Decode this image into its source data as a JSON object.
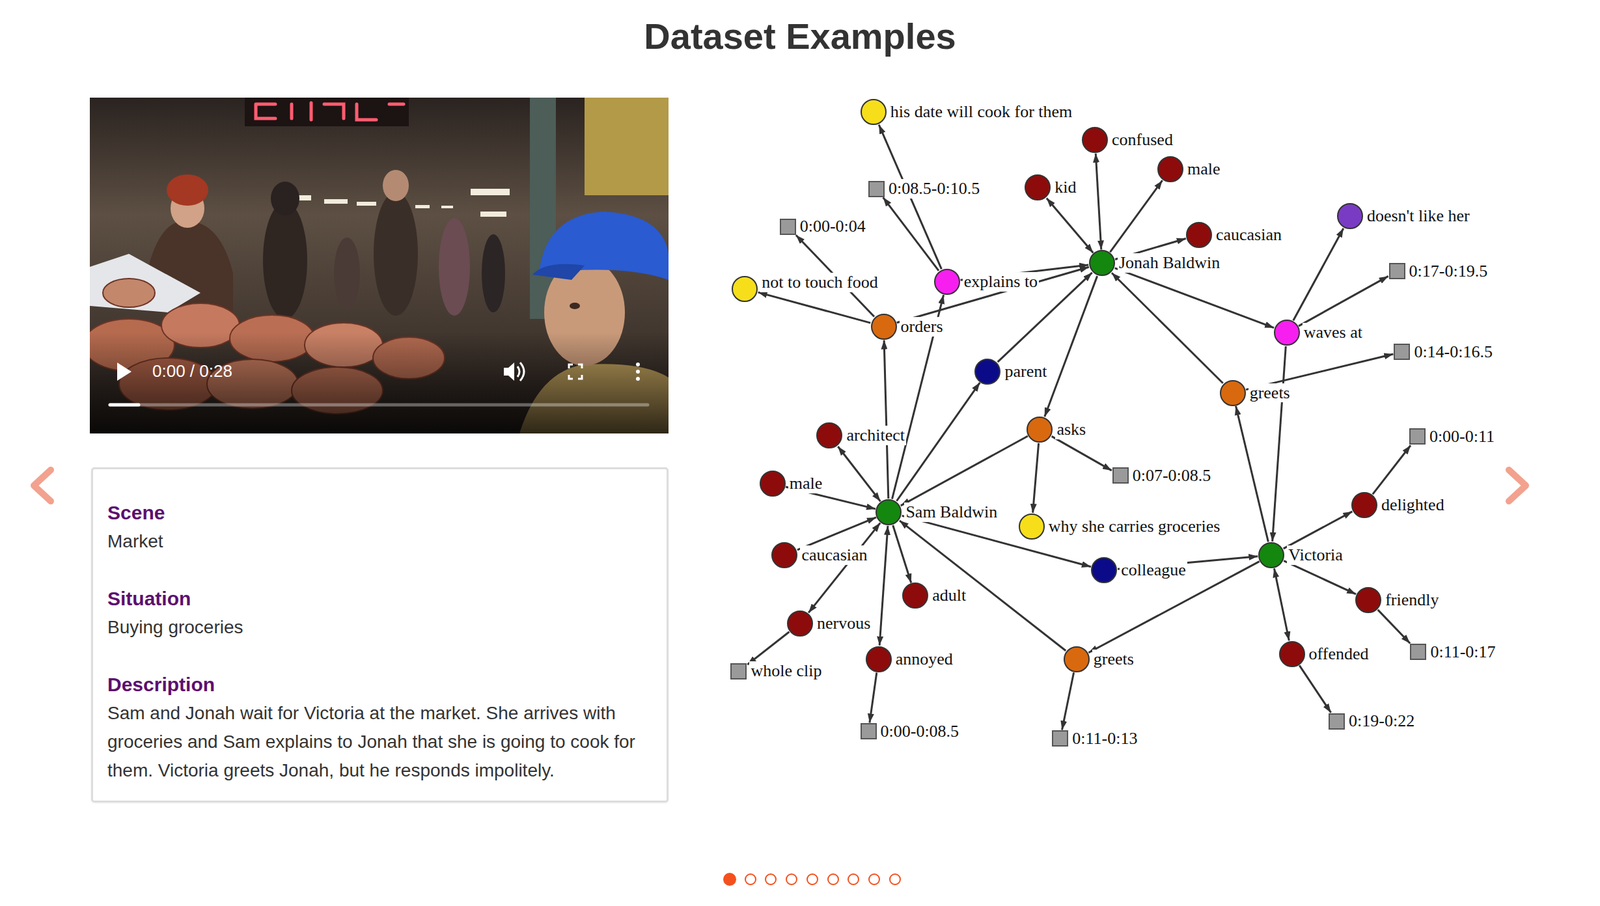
{
  "diagram": {
    "title": "Dataset Examples",
    "nodes": [
      {
        "text": [
          "Scene",
          "Market",
          "Situation",
          "Buying groceries",
          "Description",
          "Sam and Jonah wait for Victoria at the market. She arrives with groceries and Sam explains to Jonah that she is going to cook for them. Victoria greets Jonah, but he responds impolitely."
        ]
      },
      {
        "text": [
          "his date will cook for them"
        ]
      },
      {
        "text": [
          "confused"
        ]
      },
      {
        "text": [
          "male"
        ]
      },
      {
        "text": [
          "0:08.5-0:10.5"
        ]
      },
      {
        "text": [
          "kid"
        ]
      },
      {
        "text": [
          "doesn't like her"
        ]
      },
      {
        "text": [
          "0:00-0:04"
        ]
      },
      {
        "text": [
          "caucasian"
        ]
      },
      {
        "text": [
          "Jonah Baldwin"
        ]
      },
      {
        "text": [
          "0:17-0:19.5"
        ]
      },
      {
        "text": [
          "explains to"
        ]
      },
      {
        "text": [
          "not to touch food"
        ]
      },
      {
        "text": [
          "orders"
        ]
      },
      {
        "text": [
          "waves at"
        ]
      },
      {
        "text": [
          "0:14-0:16.5"
        ]
      },
      {
        "text": [
          "parent"
        ]
      },
      {
        "text": [
          "greets"
        ]
      },
      {
        "text": [
          "asks"
        ]
      },
      {
        "text": [
          "architect"
        ]
      },
      {
        "text": [
          "0:00-0:11"
        ]
      },
      {
        "text": [
          "0:07-0:08.5"
        ]
      },
      {
        "text": [
          "male"
        ]
      },
      {
        "text": [
          "delighted"
        ]
      },
      {
        "text": [
          "Sam Baldwin"
        ]
      },
      {
        "text": [
          "why she carries groceries"
        ]
      },
      {
        "text": [
          "caucasian"
        ]
      },
      {
        "text": [
          "Victoria"
        ]
      },
      {
        "text": [
          "colleague"
        ]
      },
      {
        "text": [
          "adult"
        ]
      },
      {
        "text": [
          "friendly"
        ]
      },
      {
        "text": [
          "nervous"
        ]
      },
      {
        "text": [
          "0:11-0:17"
        ]
      },
      {
        "text": [
          "offended"
        ]
      },
      {
        "text": [
          "annoyed"
        ]
      },
      {
        "text": [
          "greets"
        ]
      },
      {
        "text": [
          "whole clip"
        ]
      },
      {
        "text": [
          "0:19-0:22"
        ]
      },
      {
        "text": [
          "0:00-0:08.5"
        ]
      },
      {
        "text": [
          "0:11-0:13"
        ]
      }
    ],
    "edges": [
      {
        "from": 9,
        "to": 2,
        "arrow": "both"
      },
      {
        "from": 9,
        "to": 3,
        "arrow": "to"
      },
      {
        "from": 9,
        "to": 5,
        "arrow": "both"
      },
      {
        "from": 9,
        "to": 8,
        "arrow": "to"
      },
      {
        "from": 22,
        "to": 24,
        "arrow": "to"
      },
      {
        "from": 26,
        "to": 24,
        "arrow": "to"
      },
      {
        "from": 24,
        "to": 19,
        "arrow": "both"
      },
      {
        "from": 24,
        "to": 29,
        "arrow": "to"
      },
      {
        "from": 24,
        "to": 31,
        "arrow": "both"
      },
      {
        "from": 24,
        "to": 34,
        "arrow": "both"
      },
      {
        "from": 31,
        "to": 36,
        "arrow": "to"
      },
      {
        "from": 34,
        "to": 38,
        "arrow": "to"
      },
      {
        "from": 27,
        "to": 23,
        "arrow": "to"
      },
      {
        "from": 23,
        "to": 20,
        "arrow": "to"
      },
      {
        "from": 27,
        "to": 30,
        "arrow": "to"
      },
      {
        "from": 30,
        "to": 32,
        "arrow": "to"
      },
      {
        "from": 27,
        "to": 33,
        "arrow": "both"
      },
      {
        "from": 33,
        "to": 37,
        "arrow": "to"
      },
      {
        "from": 24,
        "to": 13,
        "arrow": "to"
      },
      {
        "from": 13,
        "to": 9,
        "arrow": "to"
      },
      {
        "from": 13,
        "to": 12,
        "arrow": "to"
      },
      {
        "from": 13,
        "to": 7,
        "arrow": "to"
      },
      {
        "from": 24,
        "to": 11,
        "arrow": "to"
      },
      {
        "from": 11,
        "to": 9,
        "arrow": "to"
      },
      {
        "from": 11,
        "to": 1,
        "arrow": "to"
      },
      {
        "from": 11,
        "to": 4,
        "arrow": "to"
      },
      {
        "from": 24,
        "to": 16,
        "arrow": "to"
      },
      {
        "from": 16,
        "to": 9,
        "arrow": "to"
      },
      {
        "from": 9,
        "to": 18,
        "arrow": "to"
      },
      {
        "from": 18,
        "to": 24,
        "arrow": "to"
      },
      {
        "from": 18,
        "to": 25,
        "arrow": "to"
      },
      {
        "from": 18,
        "to": 21,
        "arrow": "to"
      },
      {
        "from": 9,
        "to": 14,
        "arrow": "to"
      },
      {
        "from": 14,
        "to": 27,
        "arrow": "to"
      },
      {
        "from": 14,
        "to": 6,
        "arrow": "to"
      },
      {
        "from": 14,
        "to": 10,
        "arrow": "to"
      },
      {
        "from": 27,
        "to": 17,
        "arrow": "to"
      },
      {
        "from": 17,
        "to": 9,
        "arrow": "to"
      },
      {
        "from": 17,
        "to": 15,
        "arrow": "to"
      },
      {
        "from": 24,
        "to": 28,
        "arrow": "to"
      },
      {
        "from": 28,
        "to": 27,
        "arrow": "to"
      },
      {
        "from": 27,
        "to": 35,
        "arrow": "to"
      },
      {
        "from": 35,
        "to": 24,
        "arrow": "to"
      },
      {
        "from": 35,
        "to": 39,
        "arrow": "to"
      }
    ],
    "labels": [
      "0:00 / 0:28"
    ]
  }
}
